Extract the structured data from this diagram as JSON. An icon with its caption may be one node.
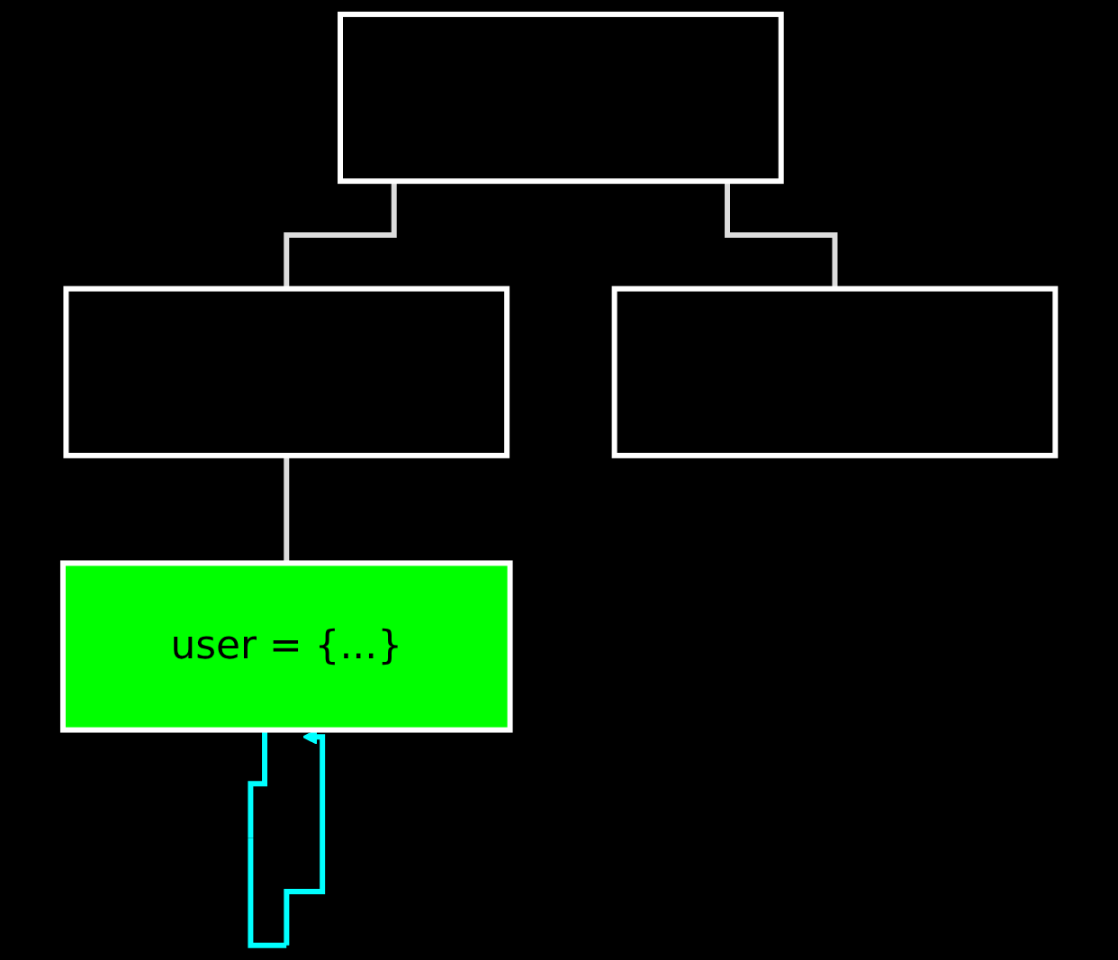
{
  "diagram": {
    "nodes": [
      {
        "text": [],
        "shape": "box"
      },
      {
        "text": [],
        "shape": "box"
      },
      {
        "text": [
          "user = {...}"
        ]
      },
      {
        "text": [],
        "shape": "box"
      }
    ],
    "edges": [
      {
        "from": 0,
        "to": 1,
        "arrow": "none"
      },
      {
        "from": 0,
        "to": 3,
        "arrow": "none"
      },
      {
        "from": 1,
        "to": 2,
        "arrow": "none"
      },
      {
        "from": 2,
        "to": 2,
        "arrow": "to",
        "color": "#00ffff"
      }
    ]
  }
}
